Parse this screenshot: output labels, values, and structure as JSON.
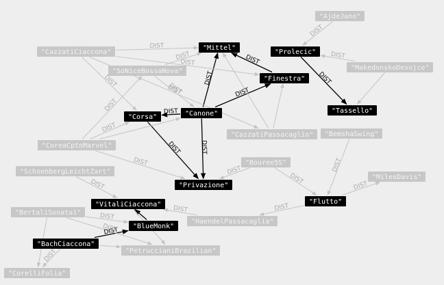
{
  "edge_label": "DIST",
  "colors": {
    "background": "#eeeeee",
    "dark_node": "#000000",
    "light_node": "#c7c7c7",
    "dark_edge": "#000000",
    "light_edge": "#c4c4c4"
  },
  "nodes": [
    {
      "id": "mittel",
      "label": "\"Mittel\"",
      "style": "dark"
    },
    {
      "id": "prolecic",
      "label": "\"Prolecic\"",
      "style": "dark"
    },
    {
      "id": "finestra",
      "label": "\"Finestra\"",
      "style": "dark"
    },
    {
      "id": "canone",
      "label": "\"Canone\"",
      "style": "dark"
    },
    {
      "id": "corsa",
      "label": "\"Corsa\"",
      "style": "dark"
    },
    {
      "id": "tassello",
      "label": "\"Tassello\"",
      "style": "dark"
    },
    {
      "id": "privazione",
      "label": "\"Privazione\"",
      "style": "dark"
    },
    {
      "id": "flutto",
      "label": "\"Flutto\"",
      "style": "dark"
    },
    {
      "id": "vitaliciaccona",
      "label": "\"VitaliCiaccona\"",
      "style": "dark"
    },
    {
      "id": "bluemonk",
      "label": "\"BlueMonk\"",
      "style": "dark"
    },
    {
      "id": "bachciaccona",
      "label": "\"BachCiaccona\"",
      "style": "dark"
    },
    {
      "id": "ajdejano",
      "label": "\"AjdeJano\"",
      "style": "light"
    },
    {
      "id": "cazzaticiaccona",
      "label": "\"CazzatiCiaccona\"",
      "style": "light"
    },
    {
      "id": "makedonsko",
      "label": "\"MakedonskoDevojce\"",
      "style": "light"
    },
    {
      "id": "sonice",
      "label": "\"SoNiceBossaNova\"",
      "style": "light"
    },
    {
      "id": "cazzatipassacaglio",
      "label": "\"CazzatiPassacaglio\"",
      "style": "light"
    },
    {
      "id": "bemsha",
      "label": "\"BemshaSwing\"",
      "style": "light"
    },
    {
      "id": "coreacptn",
      "label": "\"CoreaCptnMarvel\"",
      "style": "light"
    },
    {
      "id": "schoenberg",
      "label": "\"SchoenbergLeichtZart\"",
      "style": "light"
    },
    {
      "id": "bouree",
      "label": "\"Bouree5S\"",
      "style": "light"
    },
    {
      "id": "milesdavis",
      "label": "\"MilesDavis\"",
      "style": "light"
    },
    {
      "id": "bertali",
      "label": "\"BertaliSonata1\"",
      "style": "light"
    },
    {
      "id": "haendel",
      "label": "\"HaendelPassacaglia\"",
      "style": "light"
    },
    {
      "id": "petrucciani",
      "label": "\"PetruccianiBrazilian\"",
      "style": "light"
    },
    {
      "id": "corelli",
      "label": "\"CorelliFolia\"",
      "style": "light"
    }
  ],
  "edges": [
    {
      "from": "canone",
      "to": "mittel",
      "style": "dark",
      "label": true
    },
    {
      "from": "canone",
      "to": "finestra",
      "style": "dark",
      "label": true
    },
    {
      "from": "canone",
      "to": "corsa",
      "style": "dark",
      "label": true
    },
    {
      "from": "canone",
      "to": "privazione",
      "style": "dark",
      "label": true
    },
    {
      "from": "finestra",
      "to": "mittel",
      "style": "dark",
      "label": true
    },
    {
      "from": "prolecic",
      "to": "tassello",
      "style": "dark",
      "label": true
    },
    {
      "from": "corsa",
      "to": "privazione",
      "style": "dark",
      "label": true
    },
    {
      "from": "bluemonk",
      "to": "vitaliciaccona",
      "style": "dark",
      "label": false
    },
    {
      "from": "bachciaccona",
      "to": "bluemonk",
      "style": "dark",
      "label": true
    },
    {
      "from": "ajdejano",
      "to": "prolecic",
      "style": "light",
      "label": true
    },
    {
      "from": "makedonsko",
      "to": "prolecic",
      "style": "light",
      "label": true
    },
    {
      "from": "makedonsko",
      "to": "tassello",
      "style": "light",
      "label": false
    },
    {
      "from": "cazzaticiaccona",
      "to": "mittel",
      "style": "light",
      "label": true
    },
    {
      "from": "cazzaticiaccona",
      "to": "finestra",
      "style": "light",
      "label": true
    },
    {
      "from": "cazzaticiaccona",
      "to": "corsa",
      "style": "light",
      "label": true
    },
    {
      "from": "cazzaticiaccona",
      "to": "cazzatipassacaglio",
      "style": "light",
      "label": true
    },
    {
      "from": "sonice",
      "to": "mittel",
      "style": "light",
      "label": true
    },
    {
      "from": "sonice",
      "to": "canone",
      "style": "light",
      "label": true
    },
    {
      "from": "cazzatipassacaglio",
      "to": "finestra",
      "style": "light",
      "label": false
    },
    {
      "from": "cazzatipassacaglio",
      "to": "mittel",
      "style": "light",
      "label": false
    },
    {
      "from": "coreacptn",
      "to": "sonice",
      "style": "light",
      "label": true
    },
    {
      "from": "coreacptn",
      "to": "corsa",
      "style": "light",
      "label": true
    },
    {
      "from": "coreacptn",
      "to": "privazione",
      "style": "light",
      "label": true
    },
    {
      "from": "coreacptn",
      "to": "canone",
      "style": "light",
      "label": false
    },
    {
      "from": "schoenberg",
      "to": "vitaliciaccona",
      "style": "light",
      "label": true
    },
    {
      "from": "bouree",
      "to": "privazione",
      "style": "light",
      "label": true
    },
    {
      "from": "bouree",
      "to": "flutto",
      "style": "light",
      "label": true
    },
    {
      "from": "bemsha",
      "to": "flutto",
      "style": "light",
      "label": true
    },
    {
      "from": "flutto",
      "to": "milesdavis",
      "style": "light",
      "label": true
    },
    {
      "from": "flutto",
      "to": "haendel",
      "style": "light",
      "label": true
    },
    {
      "from": "haendel",
      "to": "vitaliciaccona",
      "style": "light",
      "label": true
    },
    {
      "from": "bertali",
      "to": "bluemonk",
      "style": "light",
      "label": true
    },
    {
      "from": "bertali",
      "to": "corelli",
      "style": "light",
      "label": false
    },
    {
      "from": "bertali",
      "to": "petrucciani",
      "style": "light",
      "label": true
    },
    {
      "from": "vitaliciaccona",
      "to": "petrucciani",
      "style": "light",
      "label": false
    },
    {
      "from": "bachciaccona",
      "to": "petrucciani",
      "style": "light",
      "label": false
    },
    {
      "from": "bachciaccona",
      "to": "corelli",
      "style": "light",
      "label": true
    }
  ]
}
